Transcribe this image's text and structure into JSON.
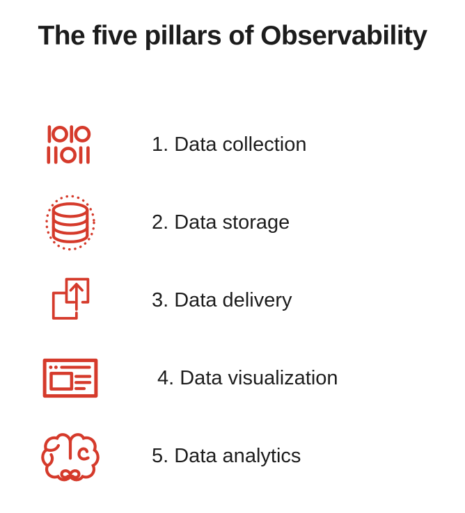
{
  "title": "The five pillars of Observability",
  "colors": {
    "accent": "#D53A2B",
    "text": "#1C1C1C"
  },
  "items": [
    {
      "label": "1. Data collection",
      "icon": "binary-code-icon"
    },
    {
      "label": "2. Data storage",
      "icon": "database-icon"
    },
    {
      "label": "3. Data delivery",
      "icon": "upload-squares-icon"
    },
    {
      "label": "4. Data visualization",
      "icon": "browser-window-icon"
    },
    {
      "label": "5. Data analytics",
      "icon": "brain-icon"
    }
  ]
}
